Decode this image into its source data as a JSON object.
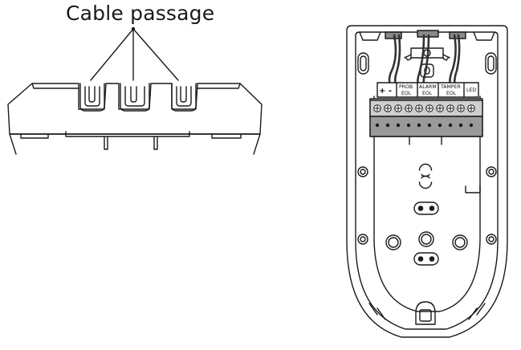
{
  "caption": "Cable passage",
  "terminal_labels": {
    "power": "+ -",
    "prob_line1": "PROB",
    "prob_line2": "EOL",
    "alarm_line1": "ALARM",
    "alarm_line2": "EOL",
    "tamper_line1": "TAMPER",
    "tamper_line2": "EOL",
    "led": "LED"
  },
  "terminal_count": 10
}
